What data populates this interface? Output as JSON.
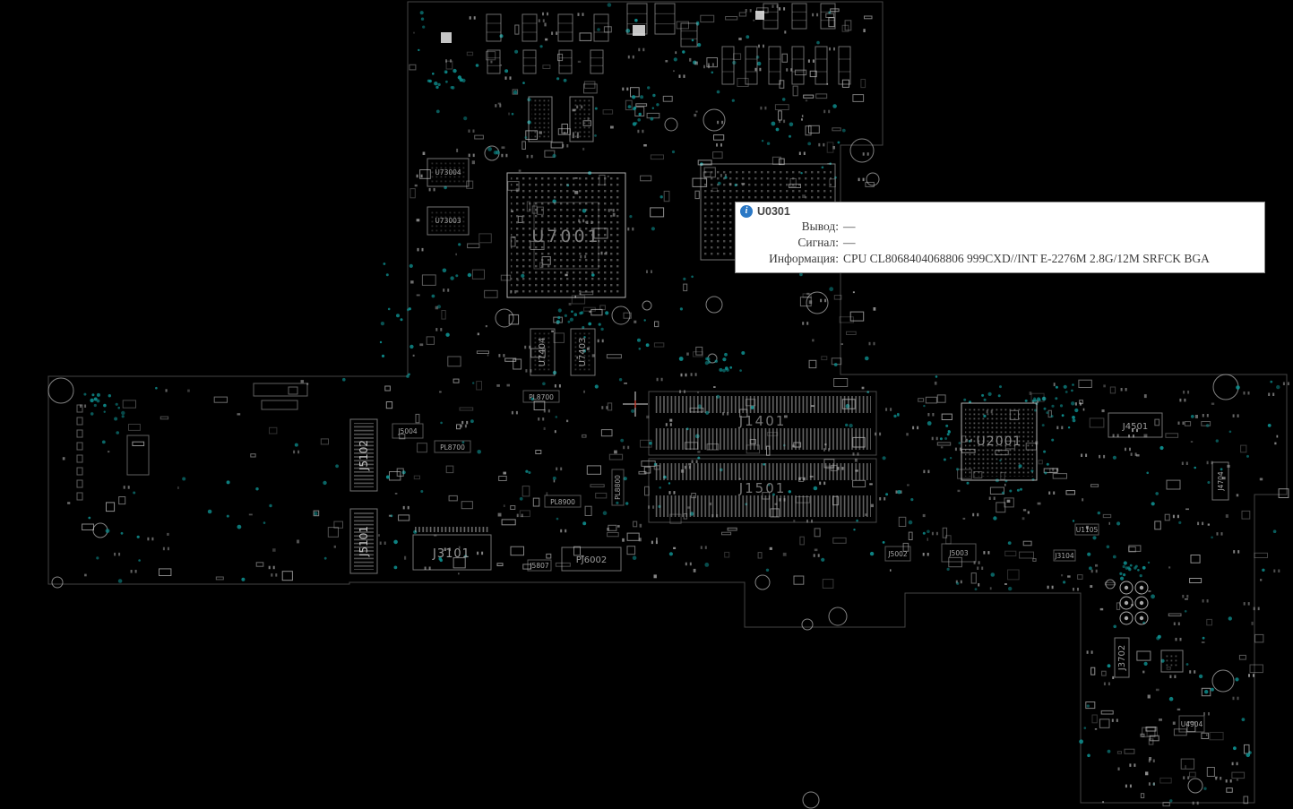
{
  "app": {
    "name": "boardview",
    "background": "#000000"
  },
  "colors": {
    "board_outline": "#9a9a9a",
    "component_stroke": "#cfcfcf",
    "silkscreen_label": "#8a8a8a",
    "via_teal": "#0e8f8f",
    "tooltip_bg": "#ffffff",
    "tooltip_border": "#8a8a8a",
    "tooltip_text": "#3c3c3c",
    "info_icon_blue": "#2b78c5",
    "crosshair": "#dcdcdc"
  },
  "tooltip": {
    "title": "U0301",
    "icon_glyph": "i",
    "rows": [
      {
        "label": "Вывод:",
        "value": "—"
      },
      {
        "label": "Сигнал:",
        "value": "—"
      },
      {
        "label": "Информация:",
        "value": "CPU CL8068404068806 999CXD//INT E-2276M 2.8G/12M SRFCK BGA"
      }
    ]
  },
  "board": {
    "components": {
      "u7001": "U7001",
      "u2001": "U2001",
      "u73004": "U73004",
      "u73003": "U73003",
      "u7404": "U7404",
      "u7403": "U7403",
      "j1401": "J1401",
      "j1501": "J1501",
      "j4501": "J4501",
      "j5102": "J5102",
      "j5101": "J5101",
      "j3101": "J3101",
      "pj6002": "PJ6002",
      "pl8700a": "PL8700",
      "pl8700b": "PL8700",
      "pl8800": "PL8800",
      "pl8900": "PL8900",
      "j5004": "J5004",
      "j5003": "J5003",
      "j5002": "J5002",
      "j5807": "J5807",
      "j3104": "J3104",
      "u1105": "U1105",
      "j3702": "J3702",
      "u4904": "U4904",
      "j4704": "J4704"
    }
  }
}
